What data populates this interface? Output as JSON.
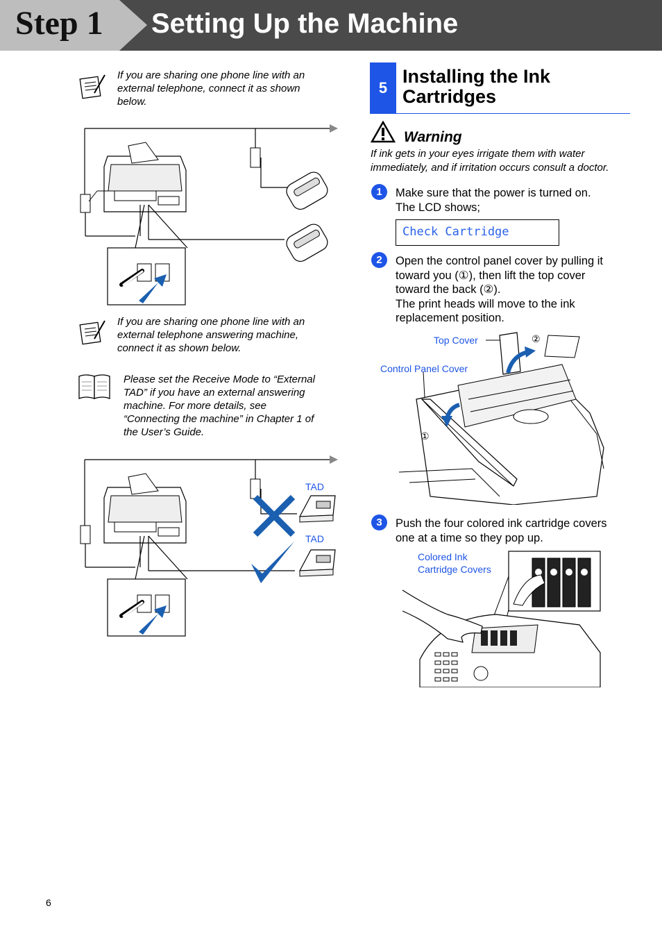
{
  "header": {
    "step": "Step 1",
    "title": "Setting Up the Machine"
  },
  "left": {
    "note1": {
      "icon": "note-pad-icon",
      "lines": [
        "If you are sharing one phone line with an",
        "external telephone, connect it as shown",
        "below."
      ]
    },
    "note2": {
      "icon": "note-pad-icon",
      "lines": [
        "If you are sharing one phone line with an",
        "external telephone answering machine,",
        "connect it as shown below."
      ]
    },
    "note3": {
      "icon": "open-book-icon",
      "lines": [
        "Please set the Receive Mode to “External",
        "TAD” if you have an external answering",
        "machine. For more details, see",
        "“Connecting the machine” in Chapter 1 of",
        "the User’s Guide."
      ]
    },
    "diagram2": {
      "tad_top": "TAD",
      "tad_bottom": "TAD",
      "wrong_mark": "cross-mark-icon",
      "right_mark": "check-mark-icon"
    }
  },
  "right": {
    "section_number": "5",
    "section_title": "Installing the Ink Cartridges",
    "warning": {
      "title": "Warning",
      "text": "If ink gets in your eyes irrigate them with water immediately, and if irritation occurs consult a doctor."
    },
    "steps": [
      {
        "num": "1",
        "lines": [
          "Make sure that the power is turned on.",
          "The LCD shows;"
        ],
        "lcd": "Check Cartridge"
      },
      {
        "num": "2",
        "lines": [
          "Open the control panel cover by pulling it",
          "toward you (①), then lift the top cover",
          "toward the back (②).",
          "The print heads will move to the ink",
          "replacement position."
        ],
        "labels": {
          "top_cover": "Top Cover",
          "control_panel_cover": "Control Panel Cover",
          "marker1": "①",
          "marker2": "②"
        }
      },
      {
        "num": "3",
        "lines": [
          "Push the four colored ink cartridge covers",
          "one at a time so they pop up."
        ],
        "labels": {
          "covers": [
            "Colored Ink",
            "Cartridge Covers"
          ]
        }
      }
    ]
  },
  "footer": {
    "page": "6"
  },
  "colors": {
    "accent_blue": "#1e55e6",
    "header_gray": "#4a4a4a"
  }
}
